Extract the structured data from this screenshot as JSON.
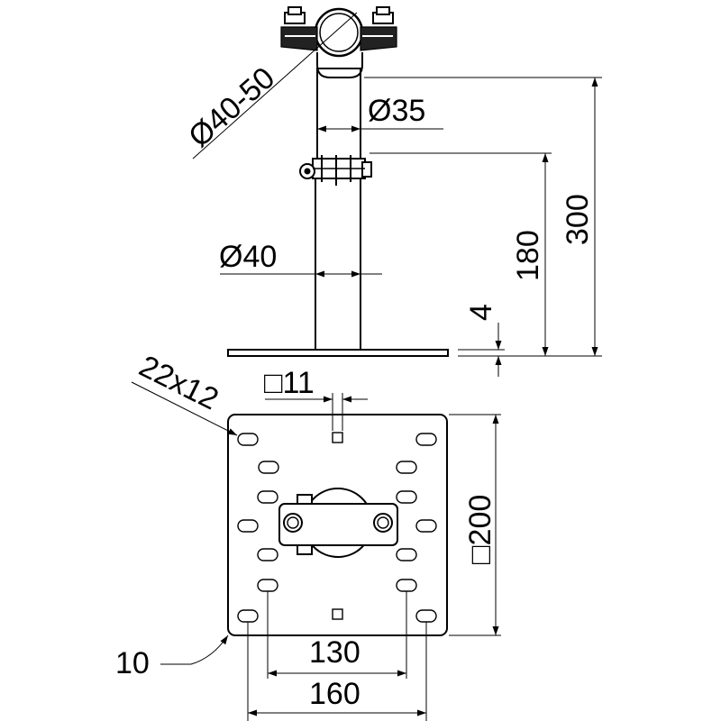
{
  "colors": {
    "line": "#000000",
    "background": "#ffffff"
  },
  "dimensions": {
    "clamp_diameter": "Ø40-50",
    "upper_tube_diameter": "Ø35",
    "lower_tube_diameter": "Ø40",
    "total_height": "300",
    "adjust_height": "180",
    "plate_thickness": "4",
    "slot_size": "22x12",
    "center_hole": "□11",
    "plate_size": "□200",
    "hole_spacing_inner": "130",
    "hole_spacing_outer": "160",
    "part_reference": "10"
  }
}
